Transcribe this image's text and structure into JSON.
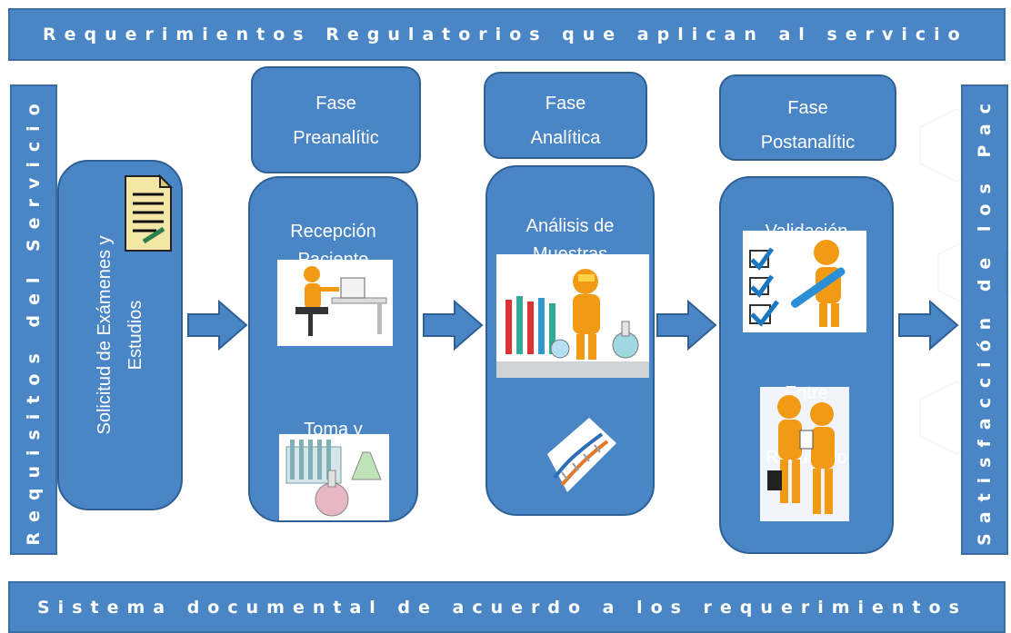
{
  "header": {
    "text": "Requerimientos Regulatorios que aplican al servicio"
  },
  "footer": {
    "text": "Sistema documental de acuerdo a los requerimientos"
  },
  "left_side": {
    "text": "Requisitos del Servicio"
  },
  "right_side": {
    "text": "Satisfacción de los Pac"
  },
  "request_box": {
    "line1": "Solicitud de Exámenes y",
    "line2": "Estudios"
  },
  "phases": [
    {
      "line1": "Fase",
      "line2": "Preanalític"
    },
    {
      "line1": "Fase",
      "line2": "Analítica"
    },
    {
      "line1": "Fase",
      "line2": "Postanalític"
    }
  ],
  "columns": {
    "pre": {
      "title1": "Recepción",
      "title2": "Paciente",
      "sub1": "Toma y"
    },
    "ana": {
      "title1": "Análisis de",
      "title2": "Muestras"
    },
    "post": {
      "title1": "Validación",
      "sub1": "Entre",
      "sub2": "Resultado"
    }
  },
  "colors": {
    "accent": "#4a86c6",
    "border": "#2e5f95",
    "arrow": "#4a86c6"
  }
}
